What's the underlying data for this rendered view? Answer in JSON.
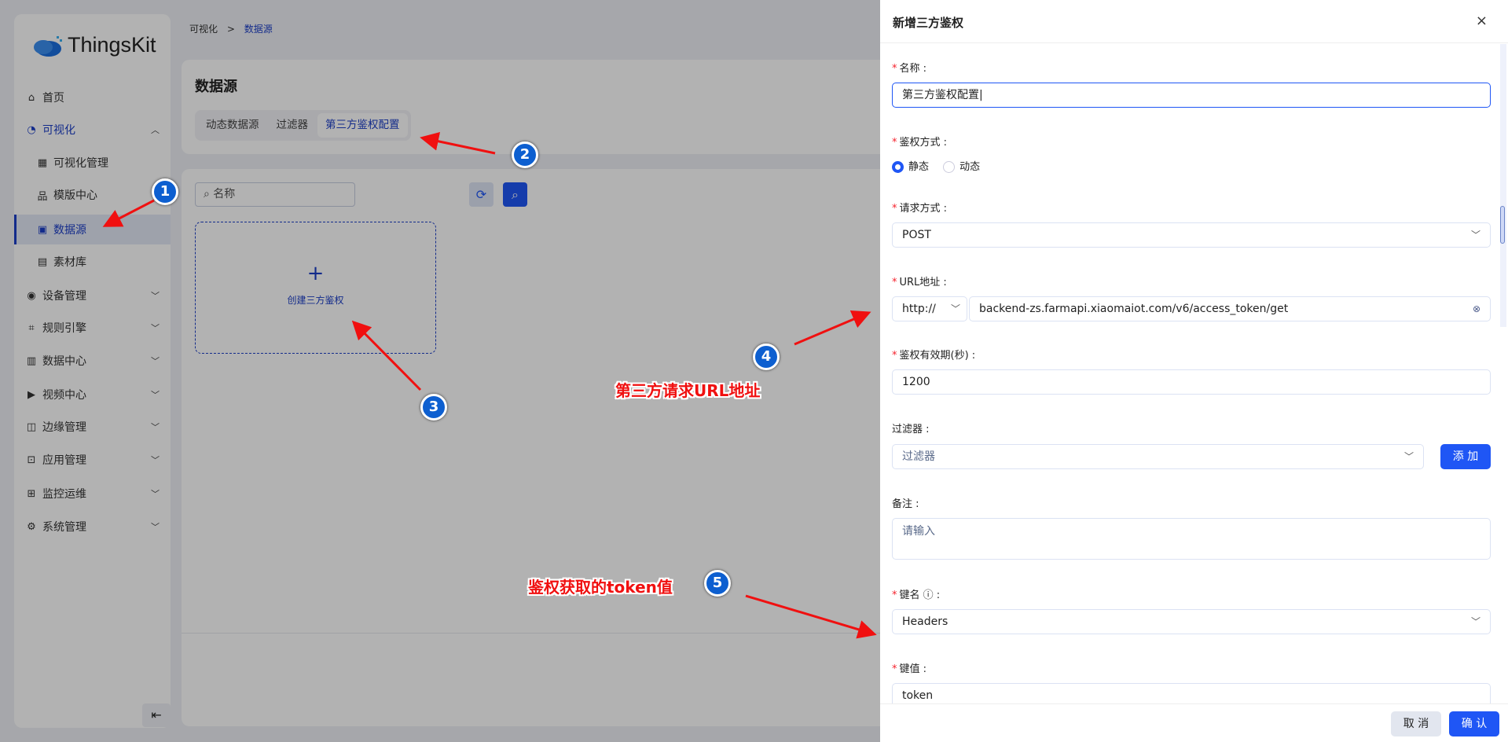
{
  "app": {
    "logo_text": "ThingsKit"
  },
  "sidebar": {
    "items": [
      {
        "label": "首页",
        "icon": "home-icon"
      },
      {
        "label": "可视化",
        "icon": "dashboard-icon"
      },
      {
        "label": "可视化管理",
        "icon": "grid-icon"
      },
      {
        "label": "模版中心",
        "icon": "sitemap-icon"
      },
      {
        "label": "数据源",
        "icon": "database-icon"
      },
      {
        "label": "素材库",
        "icon": "material-icon"
      },
      {
        "label": "设备管理",
        "icon": "device-icon"
      },
      {
        "label": "规则引擎",
        "icon": "rule-icon"
      },
      {
        "label": "数据中心",
        "icon": "chart-icon"
      },
      {
        "label": "视频中心",
        "icon": "video-icon"
      },
      {
        "label": "边缘管理",
        "icon": "edge-icon"
      },
      {
        "label": "应用管理",
        "icon": "app-icon"
      },
      {
        "label": "监控运维",
        "icon": "monitor-icon"
      },
      {
        "label": "系统管理",
        "icon": "settings-icon"
      }
    ]
  },
  "breadcrumb": {
    "parent": "可视化",
    "sep": ">",
    "current": "数据源"
  },
  "page": {
    "title": "数据源",
    "tabs": [
      "动态数据源",
      "过滤器",
      "第三方鉴权配置"
    ],
    "search_placeholder": "名称",
    "create_label": "创建三方鉴权",
    "create_plus": "+"
  },
  "drawer": {
    "title": "新增三方鉴权",
    "close": "×",
    "name_label": "名称",
    "name_value": "第三方鉴权配置",
    "auth_label": "鉴权方式",
    "auth_options": [
      "静态",
      "动态"
    ],
    "method_label": "请求方式",
    "method_value": "POST",
    "url_label": "URL地址",
    "url_protocol": "http://",
    "url_value": "backend-zs.farmapi.xiaomaiot.com/v6/access_token/get",
    "expiry_label": "鉴权有效期(秒)",
    "expiry_value": "1200",
    "filter_label": "过滤器",
    "filter_placeholder": "过滤器",
    "add_label": "添 加",
    "remark_label": "备注",
    "remark_placeholder": "请输入",
    "key_label": "键名",
    "key_value": "Headers",
    "value_label": "键值",
    "value_value": "token",
    "cancel": "取 消",
    "confirm": "确 认"
  },
  "annotations": {
    "n1": "1",
    "n2": "2",
    "n3": "3",
    "n4": "4",
    "n5": "5",
    "text4": "第三方请求URL地址",
    "text5": "鉴权获取的token值"
  },
  "colors": {
    "accent": "#1f56f5",
    "annotation": "#f01010"
  }
}
